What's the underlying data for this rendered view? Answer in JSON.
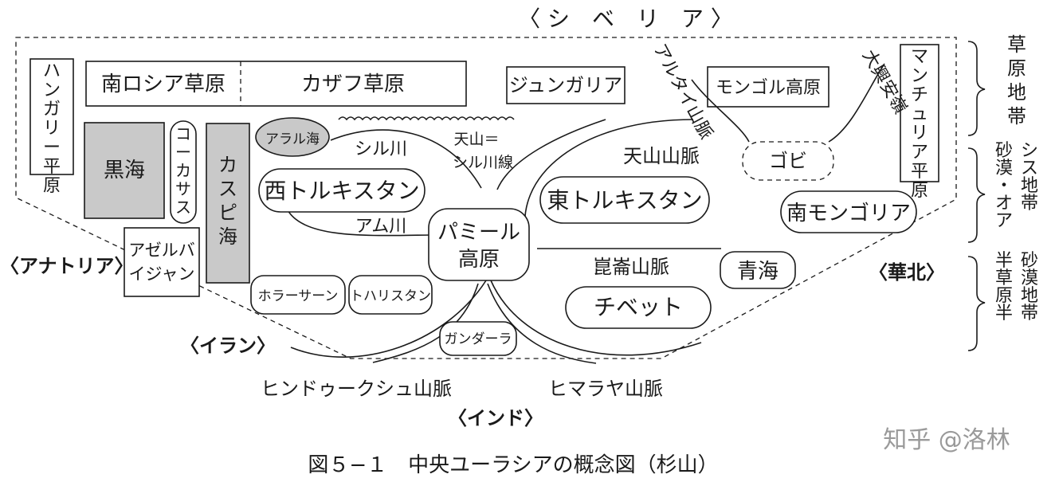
{
  "regions": {
    "siberia": "〈 シ　ベ　リ　ア 〉",
    "anatolia": "〈アナトリア〉",
    "iran": "〈イラン〉",
    "india": "〈インド〉",
    "huabei": "〈華北〉"
  },
  "places": {
    "hungary": "ハンガリー平原",
    "south_russia": "南ロシア草原",
    "kazakh": "カザフ草原",
    "dzungaria": "ジュンガリア",
    "mongol_plateau": "モンゴル高原",
    "manchuria": "マンチュリア平原",
    "black_sea": "黒海",
    "caucasus": "コーカサス",
    "caspian": "カスピ海",
    "aral": "アラル海",
    "syr": "シル川",
    "west_turkestan": "西トルキスタン",
    "amu": "アム川",
    "tianshan_line_1": "天山＝",
    "tianshan_line_2": "シル川線",
    "pamir_1": "パミール",
    "pamir_2": "高原",
    "tianshan_range": "天山山脈",
    "east_turkestan": "東トルキスタン",
    "altai": "アルタイ山脈",
    "hinggan": "大興安嶺",
    "gobi": "ゴビ",
    "south_mongolia": "南モンゴリア",
    "kunlun": "崑崙山脈",
    "qinghai": "青海",
    "tibet": "チベット",
    "azerbaijan_1": "アゼルバ",
    "azerbaijan_2": "イジャン",
    "khorasan": "ホラーサーン",
    "tokharistan": "トハリスタン",
    "gandhara": "ガンダーラ",
    "hindukush": "ヒンドゥークシュ山脈",
    "himalaya": "ヒマラヤ山脈"
  },
  "zones": {
    "steppe": "草原地帯",
    "desert_oasis_1": "砂漠・オア",
    "desert_oasis_2": "シス地帯",
    "semi_1": "半草原半",
    "semi_2": "砂漠地帯"
  },
  "caption": "図５−１　中央ユーラシアの概念図（杉山）",
  "watermark": "知乎 @洛林"
}
